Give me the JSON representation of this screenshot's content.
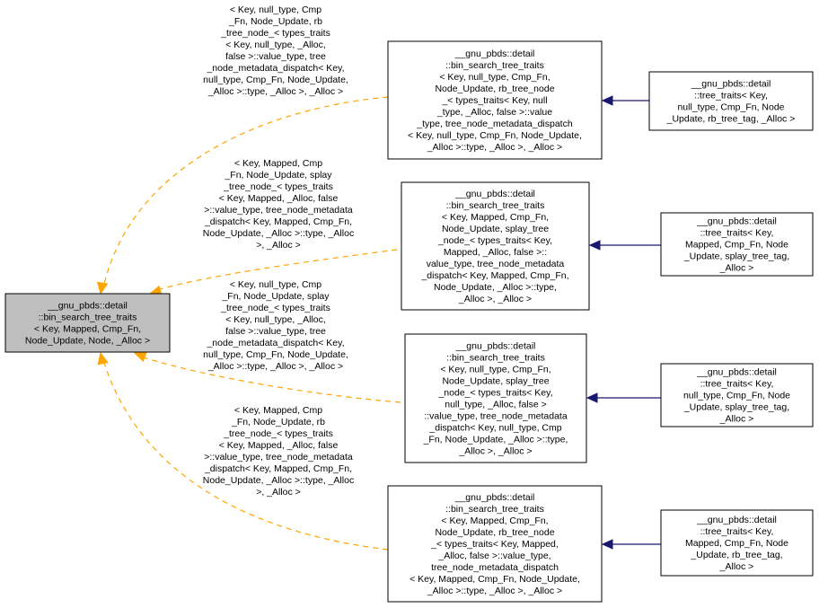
{
  "diagram": {
    "type": "inheritance-graph",
    "colors": {
      "root_fill": "#bfbfbf",
      "node_fill": "#ffffff",
      "node_stroke": "#000000",
      "template_edge": "#ffa500",
      "inherit_edge": "#191970"
    },
    "root": {
      "id": "root",
      "lines": [
        "__gnu_pbds::detail",
        "::bin_search_tree_traits",
        "< Key, Mapped, Cmp_Fn,",
        "Node_Update, Node, _Alloc >"
      ]
    },
    "instantiations": [
      {
        "id": "mid1",
        "lines": [
          "__gnu_pbds::detail",
          "::bin_search_tree_traits",
          "< Key, null_type, Cmp_Fn,",
          "Node_Update, rb_tree_node",
          "_< types_traits< Key, null",
          "_type, _Alloc, false >::value",
          "_type, tree_node_metadata_dispatch",
          "< Key, null_type, Cmp_Fn, Node_Update,",
          "_Alloc >::type, _Alloc >, _Alloc >"
        ],
        "edge_label": [
          "< Key, null_type, Cmp",
          "_Fn, Node_Update, rb",
          "_tree_node_< types_traits",
          "< Key, null_type, _Alloc,",
          "false >::value_type, tree",
          "_node_metadata_dispatch< Key,",
          "null_type, Cmp_Fn, Node_Update,",
          "_Alloc >::type, _Alloc >, _Alloc >"
        ],
        "derived": {
          "id": "right1",
          "lines": [
            "__gnu_pbds::detail",
            "::tree_traits< Key,",
            "null_type, Cmp_Fn, Node",
            "_Update, rb_tree_tag, _Alloc >"
          ]
        }
      },
      {
        "id": "mid2",
        "lines": [
          "__gnu_pbds::detail",
          "::bin_search_tree_traits",
          "< Key, Mapped, Cmp_Fn,",
          "Node_Update, splay_tree",
          "_node_< types_traits< Key,",
          "Mapped, _Alloc, false >::",
          "value_type, tree_node_metadata",
          "_dispatch< Key, Mapped, Cmp_Fn,",
          "Node_Update, _Alloc >::type,",
          "_Alloc >, _Alloc >"
        ],
        "edge_label": [
          "< Key, Mapped, Cmp",
          "_Fn, Node_Update, splay",
          "_tree_node_< types_traits",
          "< Key, Mapped, _Alloc, false",
          ">::value_type, tree_node_metadata",
          "_dispatch< Key, Mapped, Cmp_Fn,",
          "Node_Update, _Alloc >::type, _Alloc",
          ">, _Alloc >"
        ],
        "derived": {
          "id": "right2",
          "lines": [
            "__gnu_pbds::detail",
            "::tree_traits< Key,",
            "Mapped, Cmp_Fn, Node",
            "_Update, splay_tree_tag,",
            "_Alloc >"
          ]
        }
      },
      {
        "id": "mid3",
        "lines": [
          "__gnu_pbds::detail",
          "::bin_search_tree_traits",
          "< Key, null_type, Cmp_Fn,",
          "Node_Update, splay_tree",
          "_node_< types_traits< Key,",
          "null_type, _Alloc, false >",
          "::value_type, tree_node_metadata",
          "_dispatch< Key, null_type, Cmp",
          "_Fn, Node_Update, _Alloc >::type,",
          "_Alloc >, _Alloc >"
        ],
        "edge_label": [
          "< Key, null_type, Cmp",
          "_Fn, Node_Update, splay",
          "_tree_node_< types_traits",
          "< Key, null_type, _Alloc,",
          "false >::value_type, tree",
          "_node_metadata_dispatch< Key,",
          "null_type, Cmp_Fn, Node_Update,",
          "_Alloc >::type, _Alloc >, _Alloc >"
        ],
        "derived": {
          "id": "right3",
          "lines": [
            "__gnu_pbds::detail",
            "::tree_traits< Key,",
            "null_type, Cmp_Fn, Node",
            "_Update, splay_tree_tag,",
            "_Alloc >"
          ]
        }
      },
      {
        "id": "mid4",
        "lines": [
          "__gnu_pbds::detail",
          "::bin_search_tree_traits",
          "< Key, Mapped, Cmp_Fn,",
          "Node_Update, rb_tree_node",
          "_< types_traits< Key, Mapped,",
          "_Alloc, false >::value_type,",
          "tree_node_metadata_dispatch",
          "< Key, Mapped, Cmp_Fn, Node_Update,",
          "_Alloc >::type, _Alloc >, _Alloc >"
        ],
        "edge_label": [
          "< Key, Mapped, Cmp",
          "_Fn, Node_Update, rb",
          "_tree_node_< types_traits",
          "< Key, Mapped, _Alloc, false",
          ">::value_type, tree_node_metadata",
          "_dispatch< Key, Mapped, Cmp_Fn,",
          "Node_Update, _Alloc >::type, _Alloc",
          ">, _Alloc >"
        ],
        "derived": {
          "id": "right4",
          "lines": [
            "__gnu_pbds::detail",
            "::tree_traits< Key,",
            "Mapped, Cmp_Fn, Node",
            "_Update, rb_tree_tag,",
            "_Alloc >"
          ]
        }
      }
    ]
  }
}
